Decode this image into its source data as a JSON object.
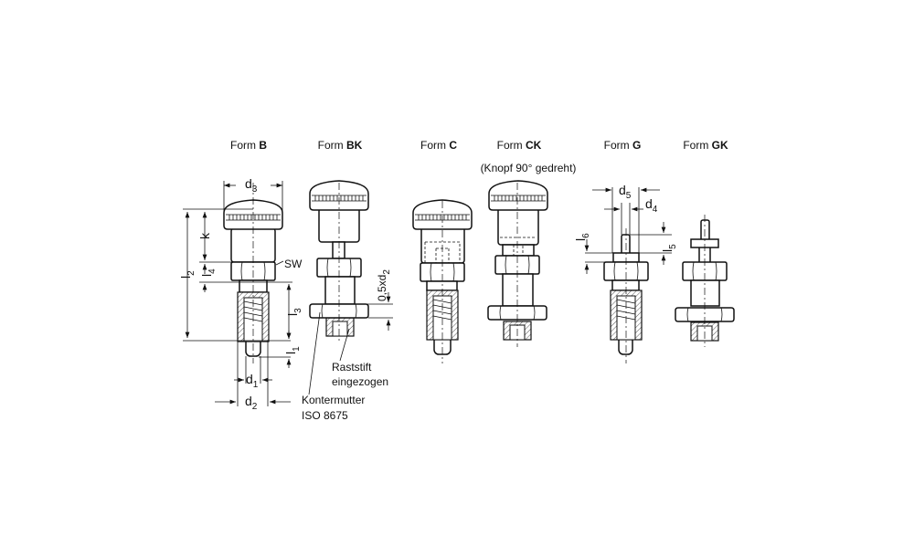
{
  "forms": [
    {
      "prefix": "Form ",
      "name": "B"
    },
    {
      "prefix": "Form ",
      "name": "BK"
    },
    {
      "prefix": "Form ",
      "name": "C"
    },
    {
      "prefix": "Form ",
      "name": "CK"
    },
    {
      "prefix": "Form ",
      "name": "G"
    },
    {
      "prefix": "Form ",
      "name": "GK"
    }
  ],
  "ck_note": "(Knopf 90° gedreht)",
  "dimensions": {
    "d3": {
      "main": "d",
      "sub": "3"
    },
    "k": {
      "main": "k",
      "sub": ""
    },
    "l2": {
      "main": "l",
      "sub": "2"
    },
    "l4": {
      "main": "l",
      "sub": "4"
    },
    "sw": {
      "main": "SW",
      "sub": ""
    },
    "l3": {
      "main": "l",
      "sub": "3"
    },
    "l1": {
      "main": "l",
      "sub": "1"
    },
    "d1": {
      "main": "d",
      "sub": "1"
    },
    "d2": {
      "main": "d",
      "sub": "2"
    },
    "half_d2": {
      "main": "0,5xd",
      "sub": "2"
    },
    "d5": {
      "main": "d",
      "sub": "5"
    },
    "d4": {
      "main": "d",
      "sub": "4"
    },
    "l6": {
      "main": "l",
      "sub": "6"
    },
    "l5": {
      "main": "l",
      "sub": "5"
    }
  },
  "notes": {
    "raststift_line1": "Raststift",
    "raststift_line2": "eingezogen",
    "kontermutter_line1": "Kontermutter",
    "kontermutter_line2": "ISO 8675"
  }
}
